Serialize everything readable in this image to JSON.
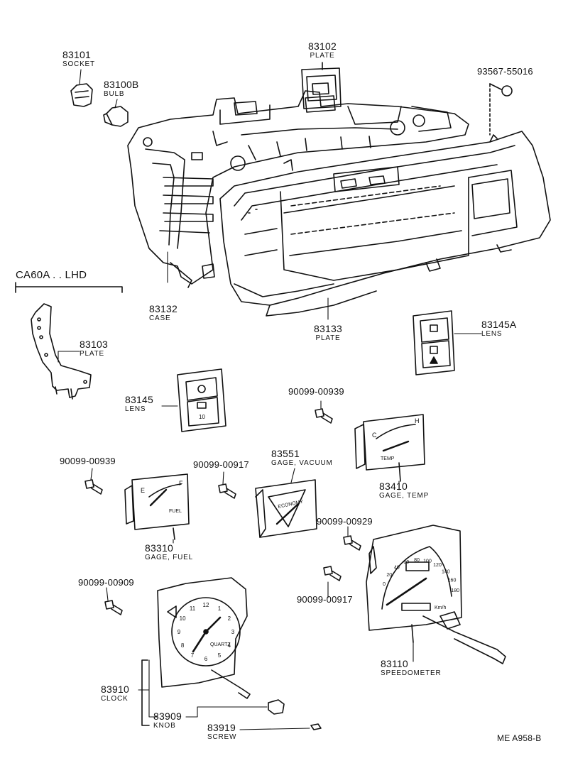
{
  "variant_label": "CA60A . . LHD",
  "footer_code": "ME  A958-B",
  "parts": {
    "p83101": {
      "number": "83101",
      "name": "SOCKET"
    },
    "p83100b": {
      "number": "83100B",
      "name": "BULB"
    },
    "p83102": {
      "number": "83102",
      "name": "PLATE"
    },
    "p93567": {
      "number": "93567-55016"
    },
    "p83132": {
      "number": "83132",
      "name": "CASE"
    },
    "p83133": {
      "number": "83133",
      "name": "PLATE"
    },
    "p83103": {
      "number": "83103",
      "name": "PLATE"
    },
    "p83145a": {
      "number": "83145A",
      "name": "LENS"
    },
    "p83145": {
      "number": "83145",
      "name": "LENS"
    },
    "p90099_00939_a": {
      "number": "90099-00939"
    },
    "p90099_00939_b": {
      "number": "90099-00939"
    },
    "p90099_00917_a": {
      "number": "90099-00917"
    },
    "p90099_00917_b": {
      "number": "90099-00917"
    },
    "p90099_00929": {
      "number": "90099-00929"
    },
    "p90099_00909": {
      "number": "90099-00909"
    },
    "p83551": {
      "number": "83551",
      "name": "GAGE, VACUUM"
    },
    "p83410": {
      "number": "83410",
      "name": "GAGE, TEMP"
    },
    "p83310": {
      "number": "83310",
      "name": "GAGE, FUEL"
    },
    "p83110": {
      "number": "83110",
      "name": "SPEEDOMETER"
    },
    "p83910": {
      "number": "83910",
      "name": "CLOCK"
    },
    "p83909": {
      "number": "83909",
      "name": "KNOB"
    },
    "p83919": {
      "number": "83919",
      "name": "SCREW"
    }
  },
  "gauge_marks": {
    "fuel_e": "E",
    "fuel_f": "F",
    "fuel_text": "FUEL",
    "temp_c": "C",
    "temp_h": "H",
    "temp_text": "TEMP",
    "vacuum_text": "ECONOMY",
    "clock_brand": "QUARTZ",
    "speed_unit": "Km/h",
    "lens_10": "10"
  },
  "clock_numerals": [
    "12",
    "1",
    "2",
    "3",
    "4",
    "5",
    "6",
    "7",
    "8",
    "9",
    "10",
    "11"
  ],
  "speed_scale": [
    "0",
    "20",
    "40",
    "60",
    "80",
    "100",
    "120",
    "140",
    "160",
    "180"
  ]
}
